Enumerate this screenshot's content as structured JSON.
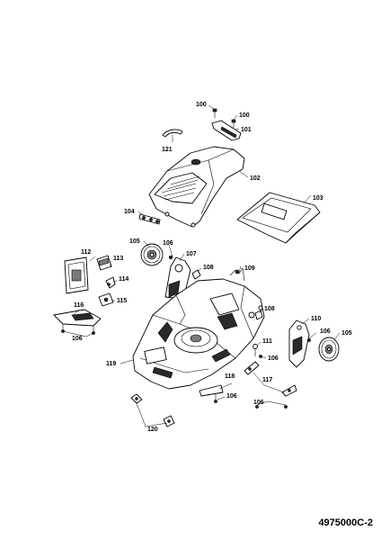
{
  "drawing_code": "4975000C-2",
  "callouts": [
    {
      "key": "c100a",
      "text": "100"
    },
    {
      "key": "c100b",
      "text": "100"
    },
    {
      "key": "c101",
      "text": "101"
    },
    {
      "key": "c121",
      "text": "121"
    },
    {
      "key": "c102",
      "text": "102"
    },
    {
      "key": "c103",
      "text": "103"
    },
    {
      "key": "c104",
      "text": "104"
    },
    {
      "key": "c105a",
      "text": "105"
    },
    {
      "key": "c106a",
      "text": "106"
    },
    {
      "key": "c107",
      "text": "107"
    },
    {
      "key": "c112",
      "text": "112"
    },
    {
      "key": "c113",
      "text": "113"
    },
    {
      "key": "c114",
      "text": "114"
    },
    {
      "key": "c108a",
      "text": "108"
    },
    {
      "key": "c109",
      "text": "109"
    },
    {
      "key": "c115",
      "text": "115"
    },
    {
      "key": "c116",
      "text": "116"
    },
    {
      "key": "c106b",
      "text": "106"
    },
    {
      "key": "c108b",
      "text": "108"
    },
    {
      "key": "c110",
      "text": "110"
    },
    {
      "key": "c106c",
      "text": "106"
    },
    {
      "key": "c105b",
      "text": "105"
    },
    {
      "key": "c111",
      "text": "111"
    },
    {
      "key": "c106d",
      "text": "106"
    },
    {
      "key": "c119",
      "text": "119"
    },
    {
      "key": "c118",
      "text": "118"
    },
    {
      "key": "c117",
      "text": "117"
    },
    {
      "key": "c106e",
      "text": "106"
    },
    {
      "key": "c106f",
      "text": "106"
    },
    {
      "key": "c120",
      "text": "120"
    }
  ]
}
